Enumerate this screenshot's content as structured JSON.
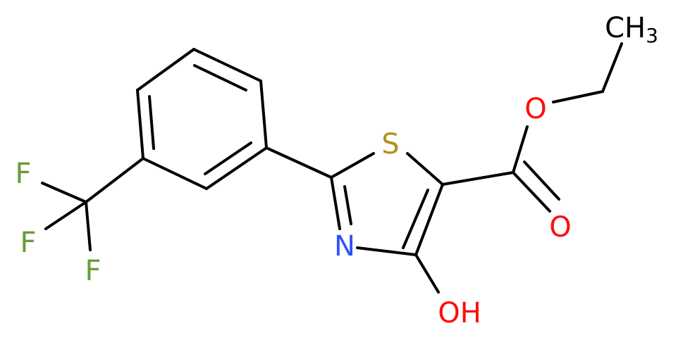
{
  "molecule": {
    "atoms": {
      "ch3": {
        "label": "CH",
        "subscript": "3",
        "color": "#000000"
      },
      "o_ester": {
        "label": "O",
        "color": "#ff0d0d"
      },
      "s": {
        "label": "S",
        "color": "#b39119"
      },
      "o_carbonyl": {
        "label": "O",
        "color": "#ff0d0d"
      },
      "n": {
        "label": "N",
        "color": "#3050f8"
      },
      "oh": {
        "label": "OH",
        "color": "#ff0d0d"
      },
      "f1": {
        "label": "F",
        "color": "#6a9b37"
      },
      "f2": {
        "label": "F",
        "color": "#6a9b37"
      },
      "f3": {
        "label": "F",
        "color": "#6a9b37"
      }
    },
    "colors": {
      "bond": "#000000",
      "background": "#ffffff"
    }
  }
}
